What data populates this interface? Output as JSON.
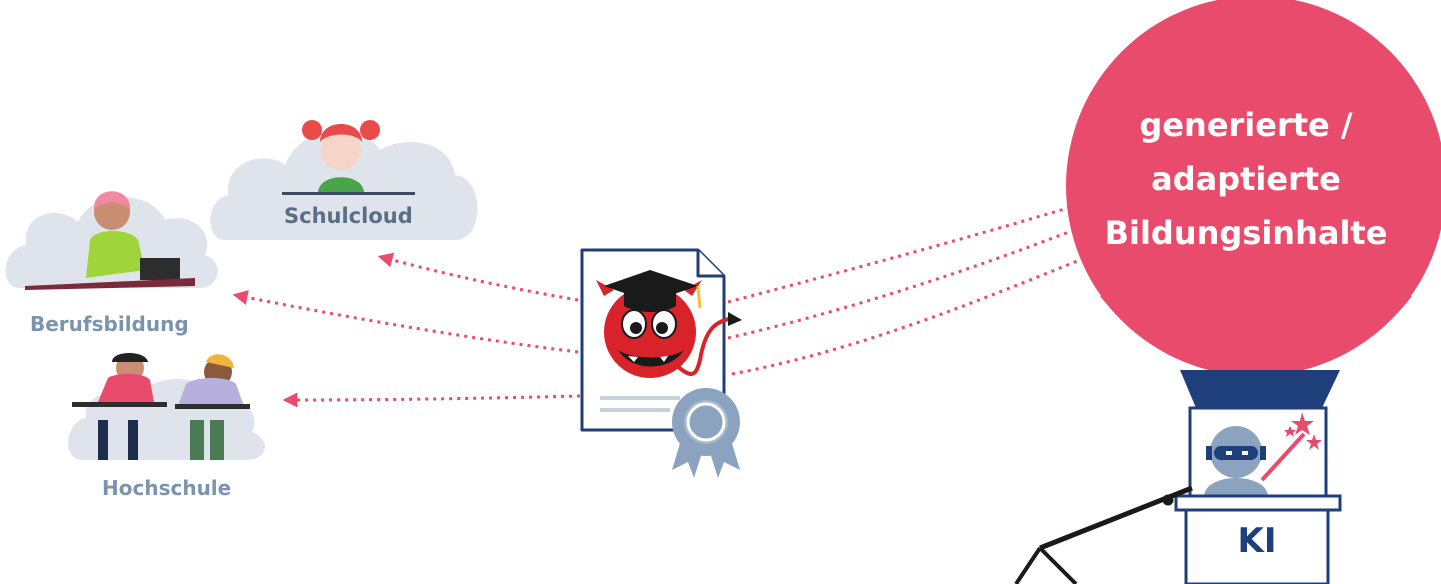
{
  "labels": {
    "schulcloud": "Schulcloud",
    "berufsbildung": "Berufsbildung",
    "hochschule": "Hochschule"
  },
  "balloon": {
    "line1": "generierte /",
    "line2": "adaptierte",
    "line3": "Bildungsinhalte",
    "basket_label": "KI"
  },
  "colors": {
    "balloon": "#e94b6c",
    "basket_band": "#1f3f7a",
    "cloud": "#dfe4ec",
    "label": "#7b93ad",
    "arrow": "#e94b6c",
    "devil": "#d8232a"
  }
}
